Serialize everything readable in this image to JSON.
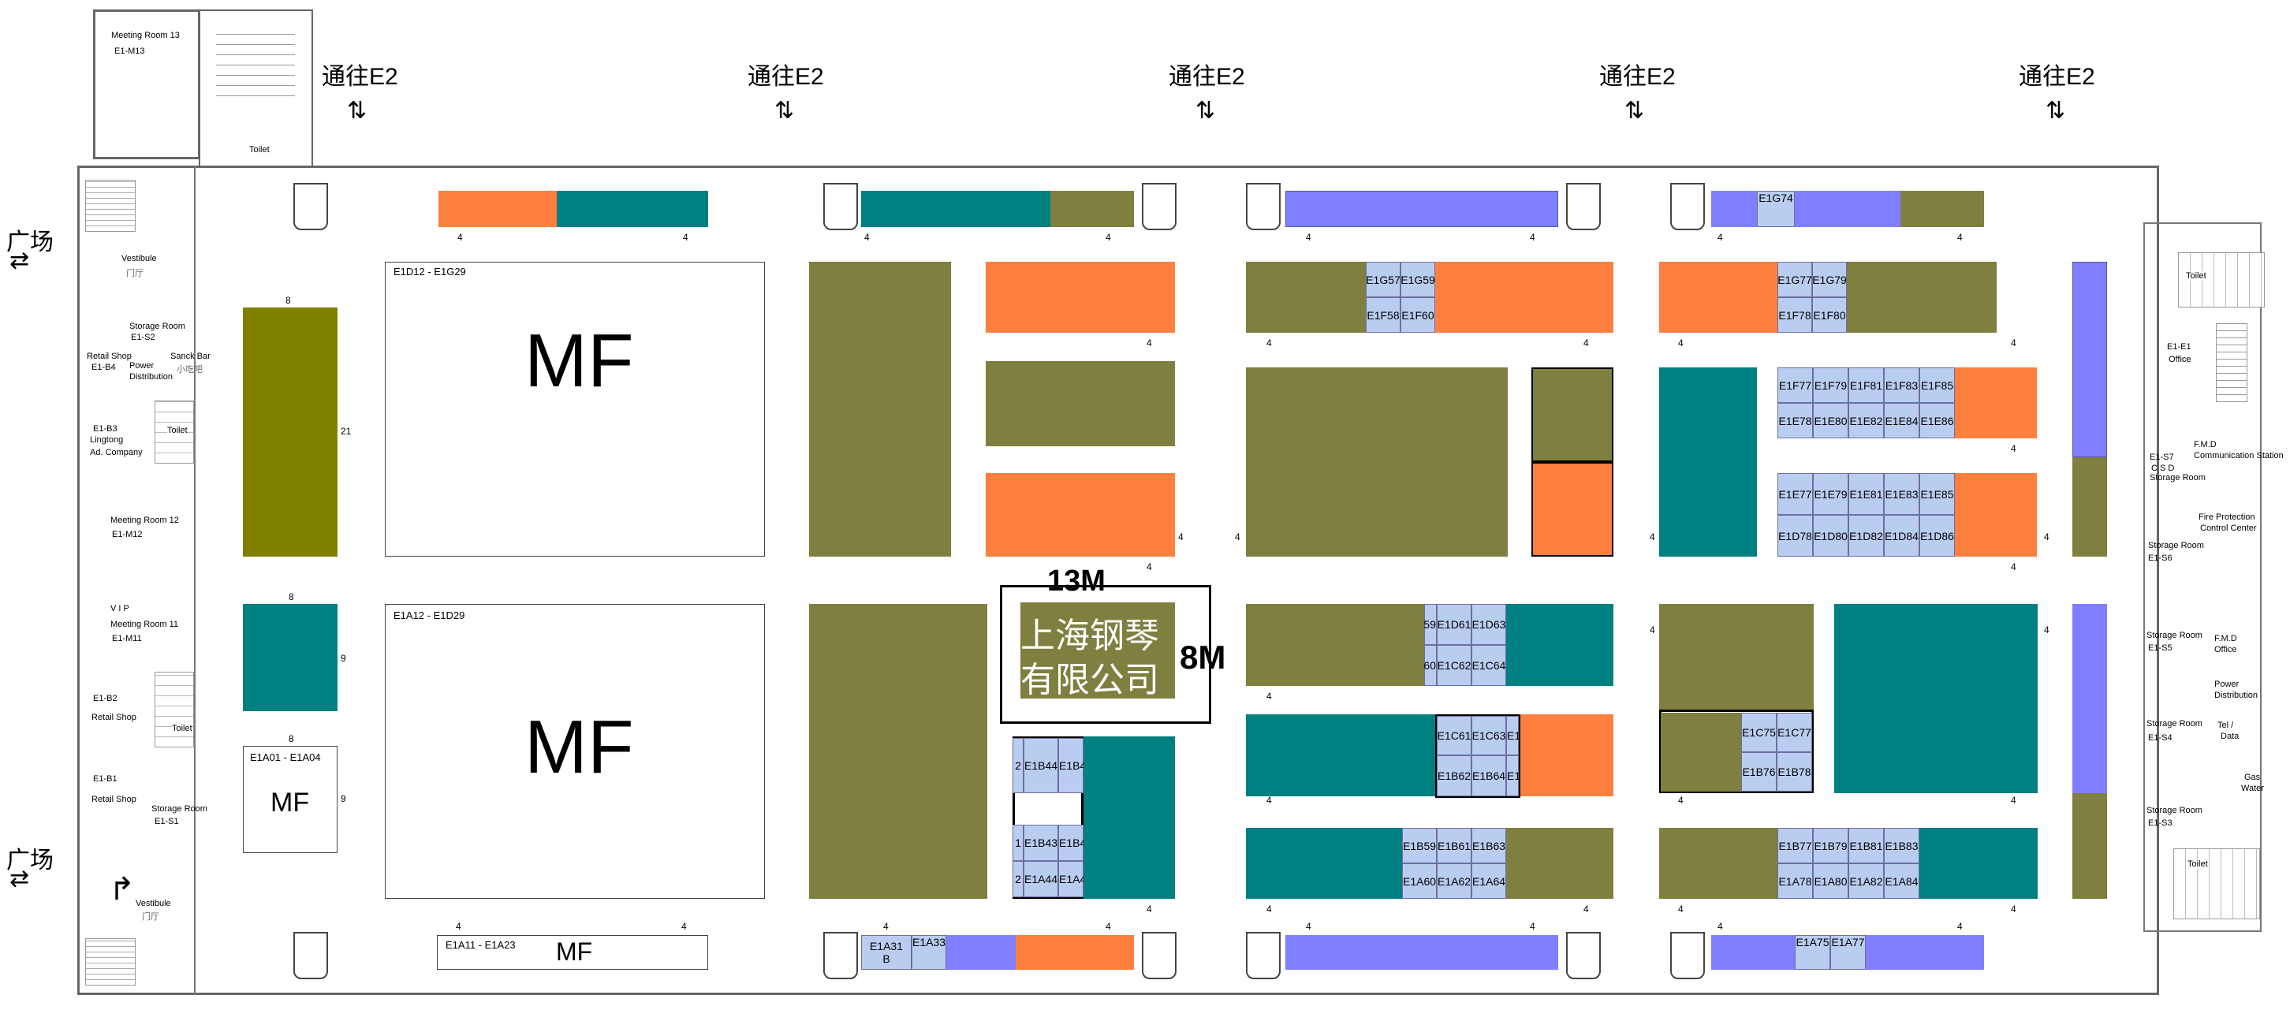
{
  "corridor_label": "通往E2",
  "plaza_label": "广场",
  "halls": {
    "mf": "MF",
    "mf_top_range": "E1D12 - E1G29",
    "mf_bottom_range": "E1A12 - E1D29",
    "mf_small_range": "E1A01 - E1A04",
    "mf_strip_range": "E1A11 - E1A23"
  },
  "dims": {
    "w13": "13M",
    "h8": "8M",
    "n4": "4",
    "n8": "8",
    "n9": "9",
    "n21": "21"
  },
  "piano": {
    "line1": "上海钢琴",
    "line2": "有限公司"
  },
  "rooms": {
    "mr13": "Meeting Room 13",
    "mr13_id": "E1-M13",
    "toilet": "Toilet",
    "vestibule": "Vestibule",
    "vestibule_cn": "门厅",
    "storage_s2": "Storage Room",
    "storage_s2_id": "E1-S2",
    "retail_b4": "Retail Shop",
    "retail_b4_id": "E1-B4",
    "power": "Power",
    "distribution": "Distribution",
    "snack": "Sanck Bar",
    "snack_cn": "小吃吧",
    "b3_id": "E1-B3",
    "b3_name": "Lingtong",
    "b3_name2": "Ad. Company",
    "mr12": "Meeting Room 12",
    "mr12_id": "E1-M12",
    "vip": "V I P",
    "mr11": "Meeting Room 11",
    "mr11_id": "E1-M11",
    "b2_id": "E1-B2",
    "b2": "Retail Shop",
    "b1_id": "E1-B1",
    "b1": "Retail Shop",
    "s1": "Storage Room",
    "s1_id": "E1-S1",
    "e1": "E1-E1",
    "office": "Office",
    "s7": "E1-S7",
    "csd": "C S D",
    "s7_storage": "Storage Room",
    "fmd": "F.M.D",
    "comm": "Communication Station",
    "fire": "Fire Protection",
    "fire2": "Control Center",
    "s6_storage": "Storage Room",
    "s6": "E1-S6",
    "s5_storage": "Storage Room",
    "s5": "E1-S5",
    "fmd_office": "F.M.D",
    "fmd_office2": "Office",
    "pd": "Power",
    "pd2": "Distribution",
    "s4_storage": "Storage Room",
    "s4": "E1-S4",
    "tel": "Tel /",
    "tel2": "Data",
    "s3_storage": "Storage Room",
    "s3": "E1-S3",
    "gas": "Gas",
    "water": "Water"
  },
  "booths": {
    "g57": "E1G57",
    "g59": "E1G59",
    "f58": "E1F58",
    "f60": "E1F60",
    "g74": "E1G74",
    "g77": "E1G77",
    "g79": "E1G79",
    "f78": "E1F78",
    "f80": "E1F80",
    "f77": "E1F77",
    "f79": "E1F79",
    "f81": "E1F81",
    "f83": "E1F83",
    "f85": "E1F85",
    "e78": "E1E78",
    "e80": "E1E80",
    "e82": "E1E82",
    "e84": "E1E84",
    "e86": "E1E86",
    "e77": "E1E77",
    "e79": "E1E79",
    "e81": "E1E81",
    "e83": "E1E83",
    "e85": "E1E85",
    "d78": "E1D78",
    "d80": "E1D80",
    "d82": "E1D82",
    "d84": "E1D84",
    "d86": "E1D86",
    "d59p": "59",
    "d61": "E1D61",
    "d63": "E1D63",
    "c60p": "60",
    "c62": "E1C62",
    "c64": "E1C64",
    "c61": "E1C61",
    "c63": "E1C63",
    "c6xp": "E1",
    "b62": "E1B62",
    "b64": "E1B64",
    "b6xp": "E1",
    "c75": "E1C75",
    "c77": "E1C77",
    "b76": "E1B76",
    "b78": "E1B78",
    "b59": "E1B59",
    "b61": "E1B61",
    "b63": "E1B63",
    "a60": "E1A60",
    "a62": "E1A62",
    "a64": "E1A64",
    "b77": "E1B77",
    "b79": "E1B79",
    "b81": "E1B81",
    "b83": "E1B83",
    "a78": "E1A78",
    "a80": "E1A80",
    "a82": "E1A82",
    "a84": "E1A84",
    "b44p": "2",
    "b44": "E1B44",
    "b4xp": "E1B4",
    "b43p": "1",
    "b43": "E1B43",
    "b4yp": "E1B4",
    "a44p": "2",
    "a44": "E1A44",
    "a4xp": "E1A4",
    "a31": "E1A31",
    "a31b": "B",
    "a33": "E1A33",
    "a75": "E1A75",
    "a77": "E1A77"
  }
}
